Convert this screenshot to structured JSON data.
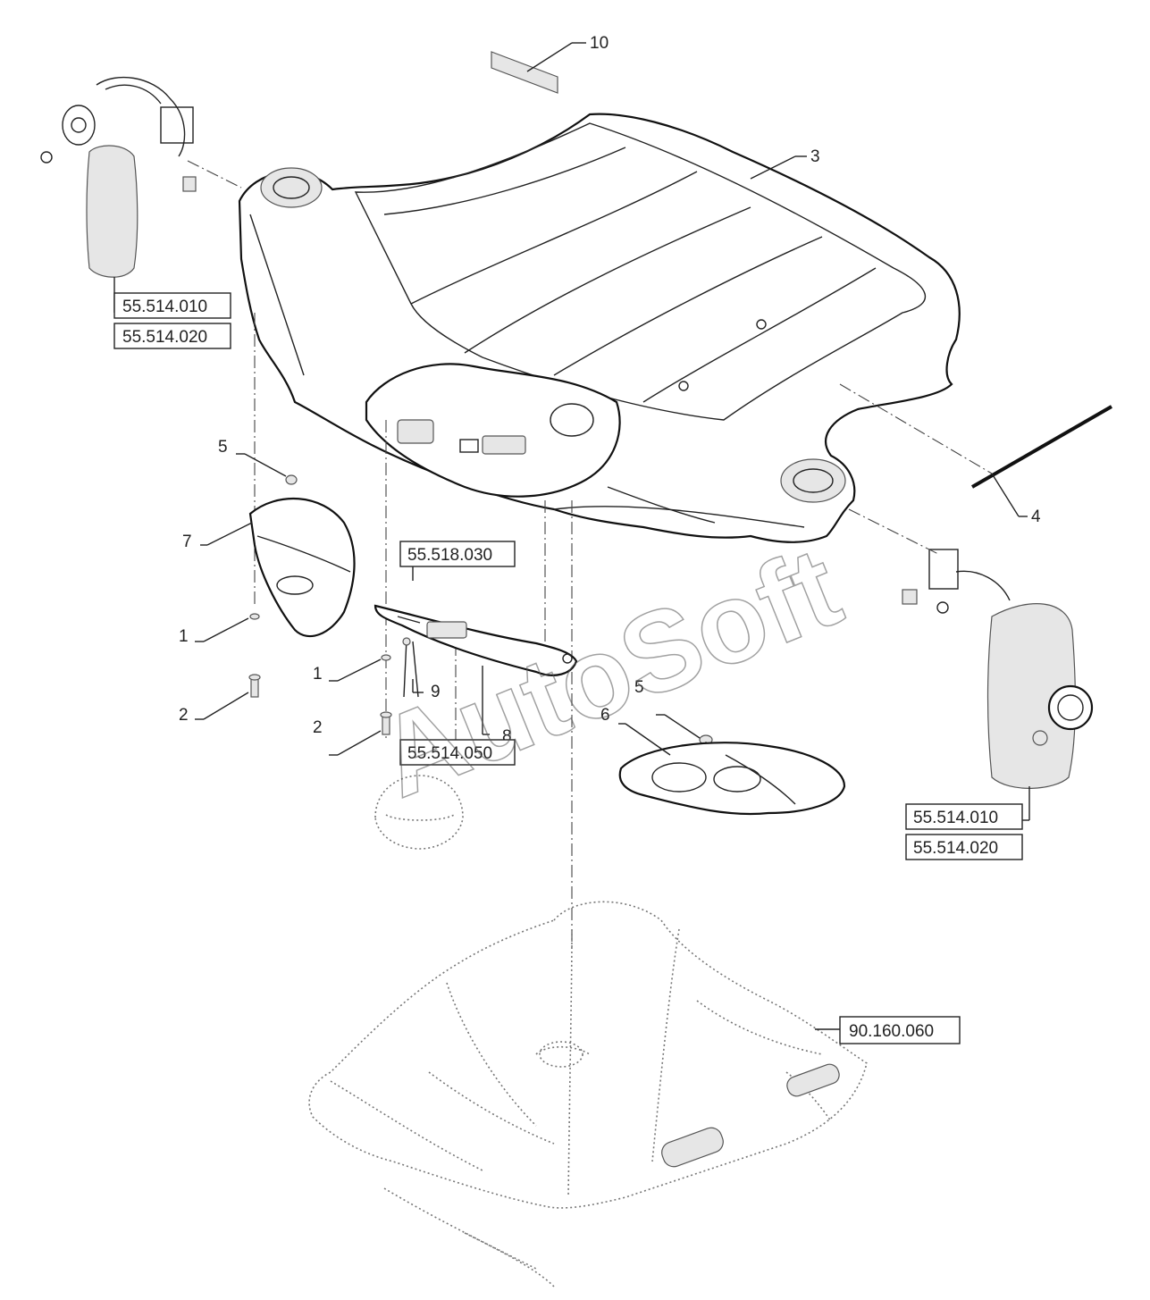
{
  "callouts": {
    "c1a": "1",
    "c1b": "1",
    "c2a": "2",
    "c2b": "2",
    "c3": "3",
    "c4": "4",
    "c5a": "5",
    "c5b": "5",
    "c6": "6",
    "c7": "7",
    "c8": "8",
    "c9": "9",
    "c10": "10"
  },
  "references": {
    "left_top": "55.514.010",
    "left_bottom": "55.514.020",
    "middle_top": "55.518.030",
    "middle_bottom": "55.514.050",
    "right_top": "55.514.010",
    "right_bottom": "55.514.020",
    "lower": "90.160.060"
  },
  "watermark": "AutoSoft"
}
